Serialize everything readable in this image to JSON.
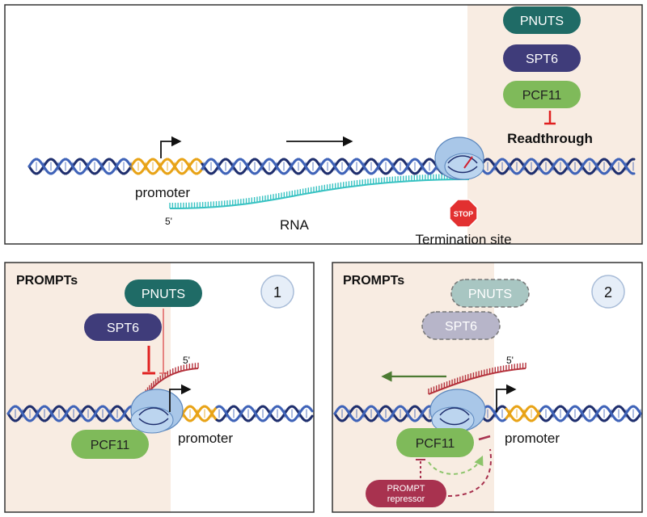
{
  "colors": {
    "dna_dark": "#1f2f6e",
    "dna_light": "#3f63b8",
    "promoter_orange": "#e8a317",
    "rna_teal": "#37c2c2",
    "rna_red": "#b5323c",
    "pnuts": "#1f6b66",
    "spt6": "#3f3c7a",
    "pcf11": "#7fba5a",
    "repressor": "#a8324f",
    "shade": "#f8ece2",
    "inhibit_red": "#e02020",
    "green_arrow": "#4c7a32",
    "polymerase": "#a9c7e8"
  },
  "top_panel": {
    "promoter_label": "promoter",
    "rna_label": "RNA",
    "five_prime": "5'",
    "stop_sign": "STOP",
    "termination_label": "Termination site",
    "readthrough_label": "Readthrough",
    "factors": [
      "PNUTS",
      "SPT6",
      "PCF11"
    ]
  },
  "panel1": {
    "title": "PROMPTs",
    "number": "1",
    "factors": [
      "PNUTS",
      "SPT6",
      "PCF11"
    ],
    "promoter_label": "promoter",
    "five_prime": "5'"
  },
  "panel2": {
    "title": "PROMPTs",
    "number": "2",
    "factors": [
      "PNUTS",
      "SPT6",
      "PCF11"
    ],
    "promoter_label": "promoter",
    "five_prime": "5'",
    "repressor_line1": "PROMPT",
    "repressor_line2": "repressor"
  }
}
